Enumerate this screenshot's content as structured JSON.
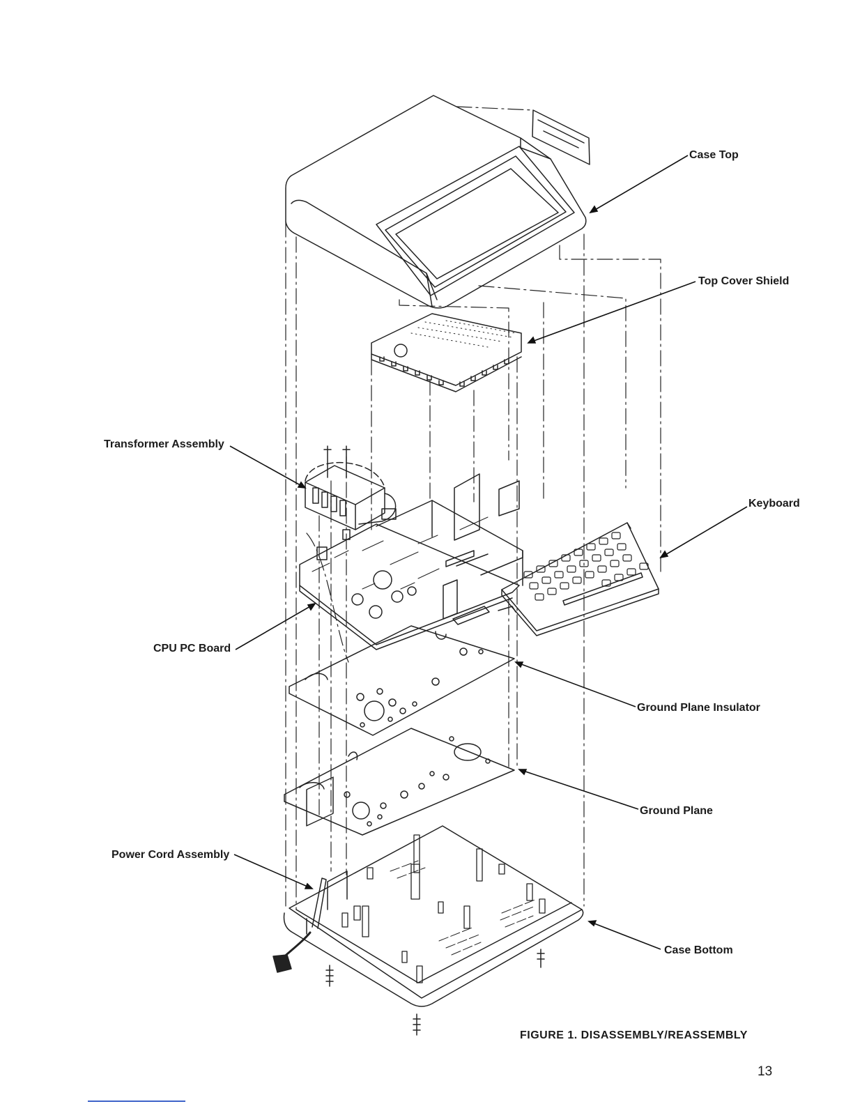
{
  "labels": {
    "case_top": "Case Top",
    "top_cover_shield": "Top Cover Shield",
    "transformer_assembly": "Transformer Assembly",
    "keyboard": "Keyboard",
    "cpu_pc_board": "CPU PC Board",
    "ground_plane_insulator": "Ground Plane Insulator",
    "ground_plane": "Ground Plane",
    "power_cord_assembly": "Power Cord Assembly",
    "case_bottom": "Case Bottom"
  },
  "caption": "FIGURE 1. DISASSEMBLY/REASSEMBLY",
  "page_number": "13",
  "colors": {
    "ink": "#1b1b1b",
    "footer_rule": "#3d63c9"
  }
}
